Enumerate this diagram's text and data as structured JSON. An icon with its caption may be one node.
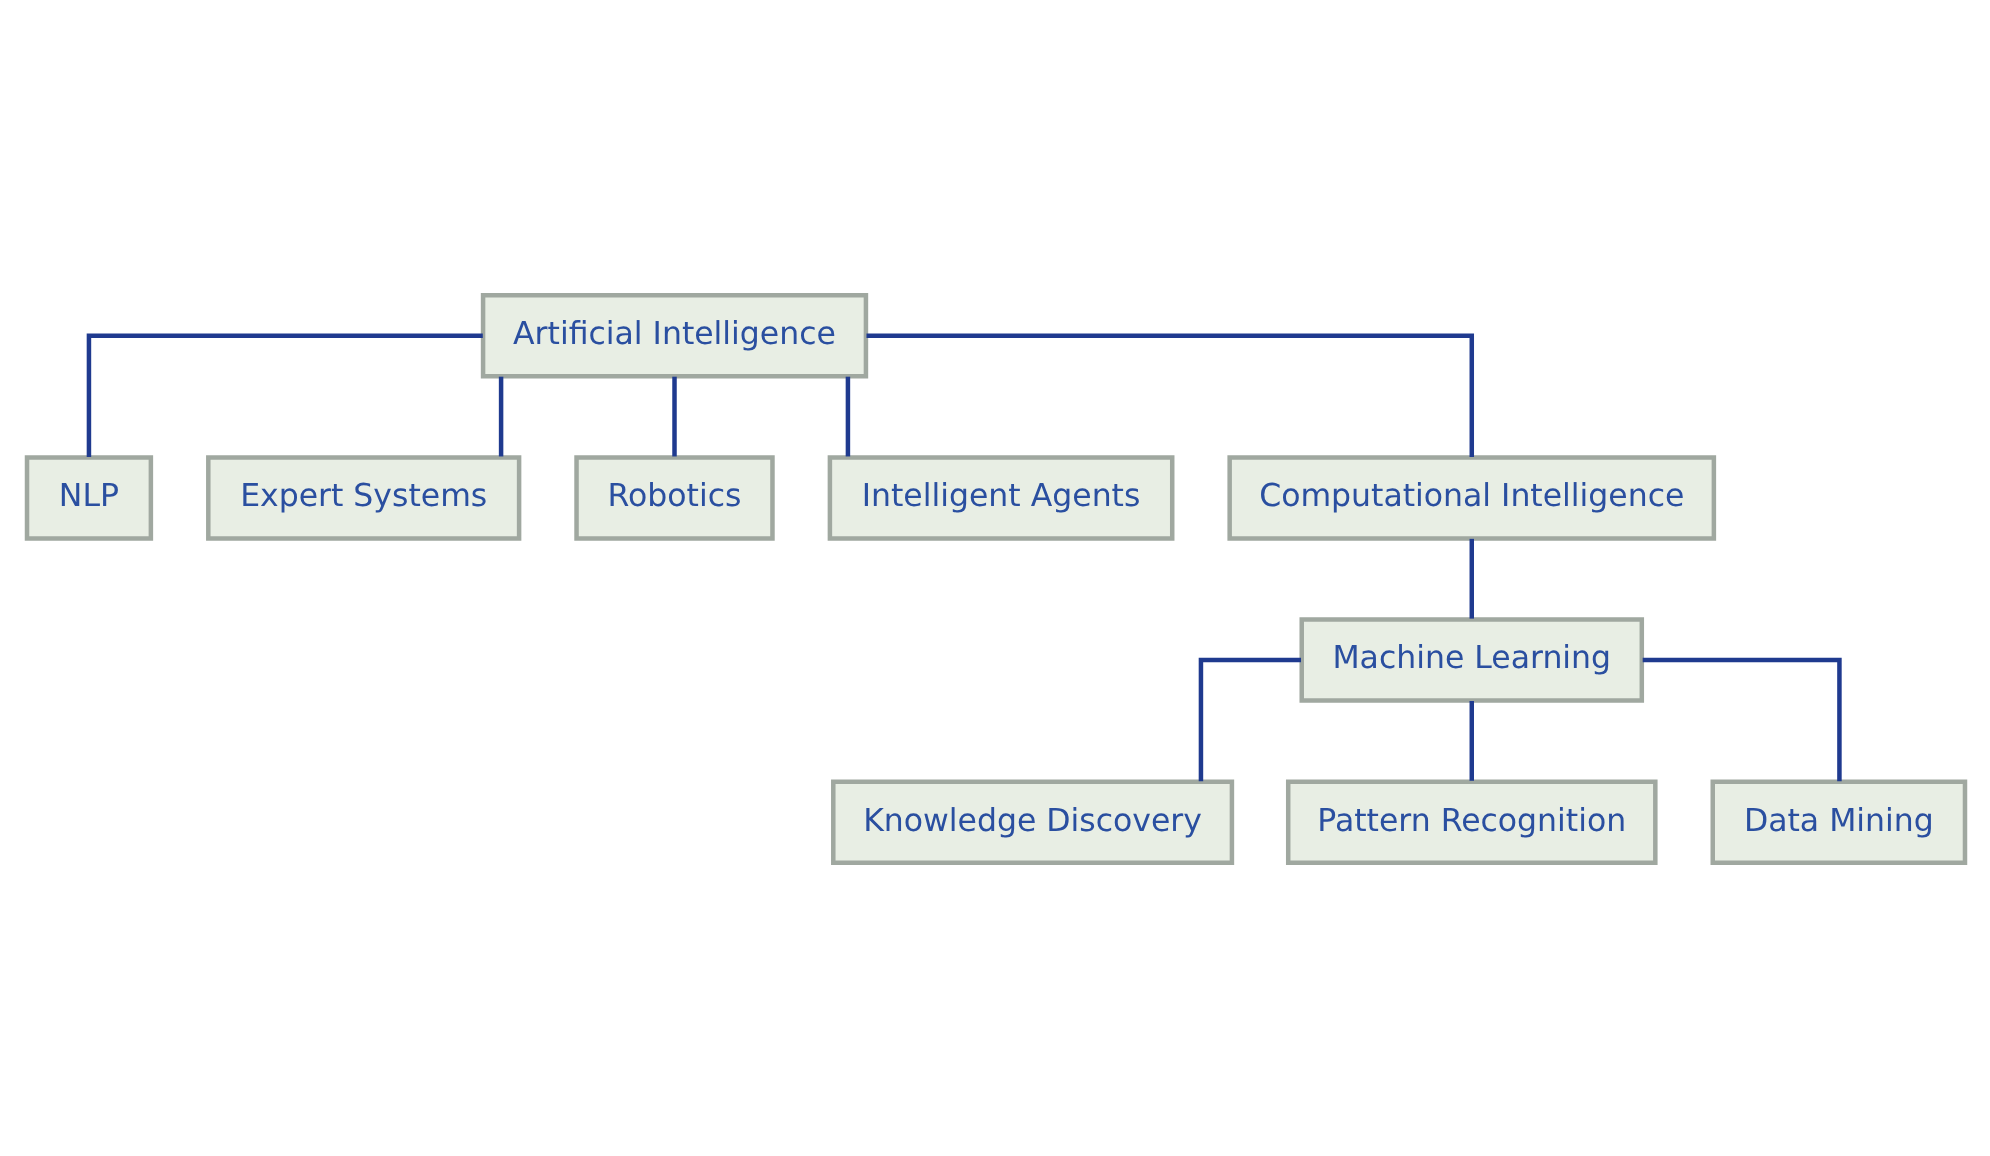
{
  "diagram": {
    "nodes": [
      {
        "text": [
          "Artificial Intelligence"
        ]
      },
      {
        "text": [
          "NLP"
        ]
      },
      {
        "text": [
          "Expert Systems"
        ]
      },
      {
        "text": [
          "Robotics"
        ]
      },
      {
        "text": [
          "Intelligent Agents"
        ]
      },
      {
        "text": [
          "Computational Intelligence"
        ]
      },
      {
        "text": [
          "Machine Learning"
        ]
      },
      {
        "text": [
          "Knowledge Discovery"
        ]
      },
      {
        "text": [
          "Pattern Recognition"
        ]
      },
      {
        "text": [
          "Data Mining"
        ]
      }
    ],
    "edges": [
      {
        "from": 0,
        "to": 1,
        "arrow": "none"
      },
      {
        "from": 0,
        "to": 2,
        "arrow": "none"
      },
      {
        "from": 0,
        "to": 3,
        "arrow": "none"
      },
      {
        "from": 0,
        "to": 4,
        "arrow": "none"
      },
      {
        "from": 0,
        "to": 5,
        "arrow": "none"
      },
      {
        "from": 5,
        "to": 6,
        "arrow": "none"
      },
      {
        "from": 6,
        "to": 7,
        "arrow": "none"
      },
      {
        "from": 6,
        "to": 8,
        "arrow": "none"
      },
      {
        "from": 6,
        "to": 9,
        "arrow": "none"
      }
    ]
  }
}
